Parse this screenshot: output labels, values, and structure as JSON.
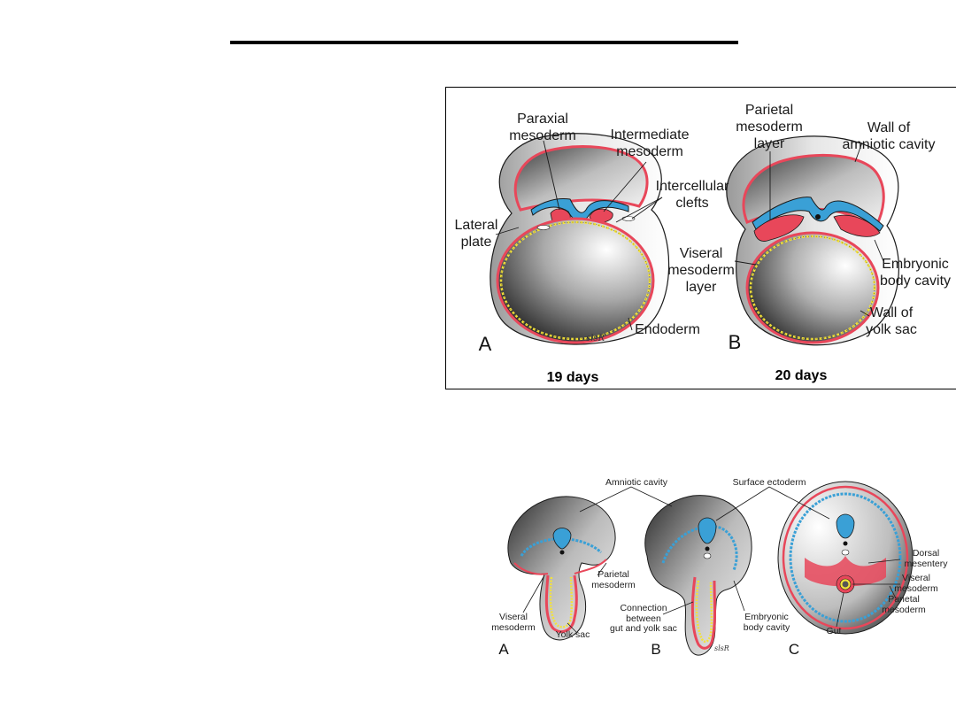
{
  "slide": {
    "title": ""
  },
  "figure_top": {
    "panel_a": {
      "letter": "A",
      "caption": "19 days",
      "labels": {
        "paraxial": "Paraxial\nmesoderm",
        "intermediate": "Intermediate\nmesoderm",
        "clefts": "Intercellular\nclefts",
        "lateral": "Lateral\nplate",
        "endoderm": "Endoderm"
      }
    },
    "panel_b": {
      "letter": "B",
      "caption": "20 days",
      "labels": {
        "parietal": "Parietal\nmesoderm\nlayer",
        "wall_amniotic": "Wall of\namniotic cavity",
        "viseral": "Viseral\nmesoderm\nlayer",
        "embryonic": "Embryonic\nbody cavity",
        "wall_yolk": "Wall of\nyolk sac"
      }
    }
  },
  "figure_bottom": {
    "letters": [
      "A",
      "B",
      "C"
    ],
    "labels": {
      "amniotic": "Amniotic cavity",
      "surface": "Surface ectoderm",
      "parietal_a": "Parietal\nmesoderm",
      "viseral_a": "Viseral\nmesoderm",
      "yolk": "Yolk sac",
      "connection": "Connection\nbetween\ngut and yolk sac",
      "embryonic": "Embryonic\nbody cavity",
      "dorsal": "Dorsal\nmesentery",
      "viseral_c": "Viseral\nmesoderm",
      "parietal_c": "Parietal\nmesoderm",
      "gut": "Gut"
    }
  },
  "colors": {
    "mesoderm": "#e8475a",
    "neural": "#3aa0d6",
    "endoderm": "#f3e23a",
    "outline": "#1a1a1a"
  }
}
